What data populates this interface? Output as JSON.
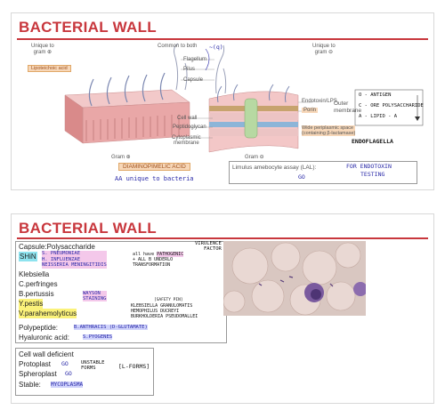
{
  "slide1": {
    "title": "BACTERIAL WALL",
    "unique_gram_pos_label_1": "Unique to",
    "unique_gram_pos_label_2": "gram ⊕",
    "lipoteichoic_label": "Lipoteichoic acid",
    "common_label": "Common to both",
    "unique_gram_neg_label_1": "Unique to",
    "unique_gram_neg_label_2": "gram ⊖",
    "labels_center": [
      "Flagellum",
      "Pilus",
      "Capsule",
      "Cell wall",
      "Peptidoglycan",
      "Cytoplasmic",
      "membrane"
    ],
    "labels_right": [
      "Endotoxin/LPS",
      "Porin"
    ],
    "outer_membrane": "Outer\nmembrane",
    "outer_membrane_1": "Outer",
    "outer_membrane_2": "membrane",
    "periplasmic_1": "Wide periplasmic space",
    "periplasmic_2": "(containing β-lactamase)",
    "endoflagella": "ENDOFLAGELLA",
    "oca_list": [
      "O - ANTIGEN",
      "C - ORE POLYSACCHARIDE",
      "A - LIPID - A"
    ],
    "gram_pos": "Gram ⊕",
    "gram_neg": "Gram ⊖",
    "dap": "DIAMINOPIMELIC ACID",
    "aa_unique": "AA unique to bacteria",
    "lal_text": "Limulus amebocyte assay (LAL):",
    "lal_hand_1": "FOR ENDOTOXIN",
    "lal_hand_2": "TESTING",
    "go": "GO",
    "flag_hand": "~(q)"
  },
  "slide2": {
    "title": "BACTERIAL WALL",
    "capsule_line": "Capsule:Polysaccharide",
    "shin": "SHiN",
    "shin_notes": [
      "S. PNEUMONIAE",
      "H. INFLUENZAE",
      "NEISSERIA MENINGITIDIS"
    ],
    "bugs": [
      "Klebsiella",
      "C.perfringes",
      "B.pertussis",
      "Y.pestis",
      "V.parahemolyticus"
    ],
    "all_have": "all have",
    "pathogenic": "PATHOGENIC",
    "all_b": "+ ALL B",
    "underlo": "UNDERLO",
    "transformation": "TRANSFORMATION",
    "virulence": "VIRULENCE",
    "factor": "FACTOR",
    "wayson_1": "WAYSON",
    "wayson_2": "STAINING",
    "safety_pin": "[SAFETY PIN]",
    "others": [
      "KLEBSIELLA GRANULOMATIS",
      "HEMOPHILUS DUCREYI",
      "BURKHOLDERIA PSEUDOMALLEI"
    ],
    "polypeptide": "Polypeptide:",
    "polypeptide_hand": "B.ANTHRACIS (D-GLUTAMATE)",
    "hyaluronic": "Hyaluronic acid:",
    "hyaluronic_hand": "S.PYOGENES",
    "cwd_title": "Cell wall deficient",
    "protoplast": "Protoplast",
    "spheroplast": "Spheroplast",
    "stable": "Stable:",
    "stable_hand": "MYCOPLASMA",
    "go1": "GO",
    "go2": "GO",
    "unstable_1": "UNSTABLE",
    "unstable_2": "FORMS",
    "lforms": "[L-FORMS]"
  }
}
